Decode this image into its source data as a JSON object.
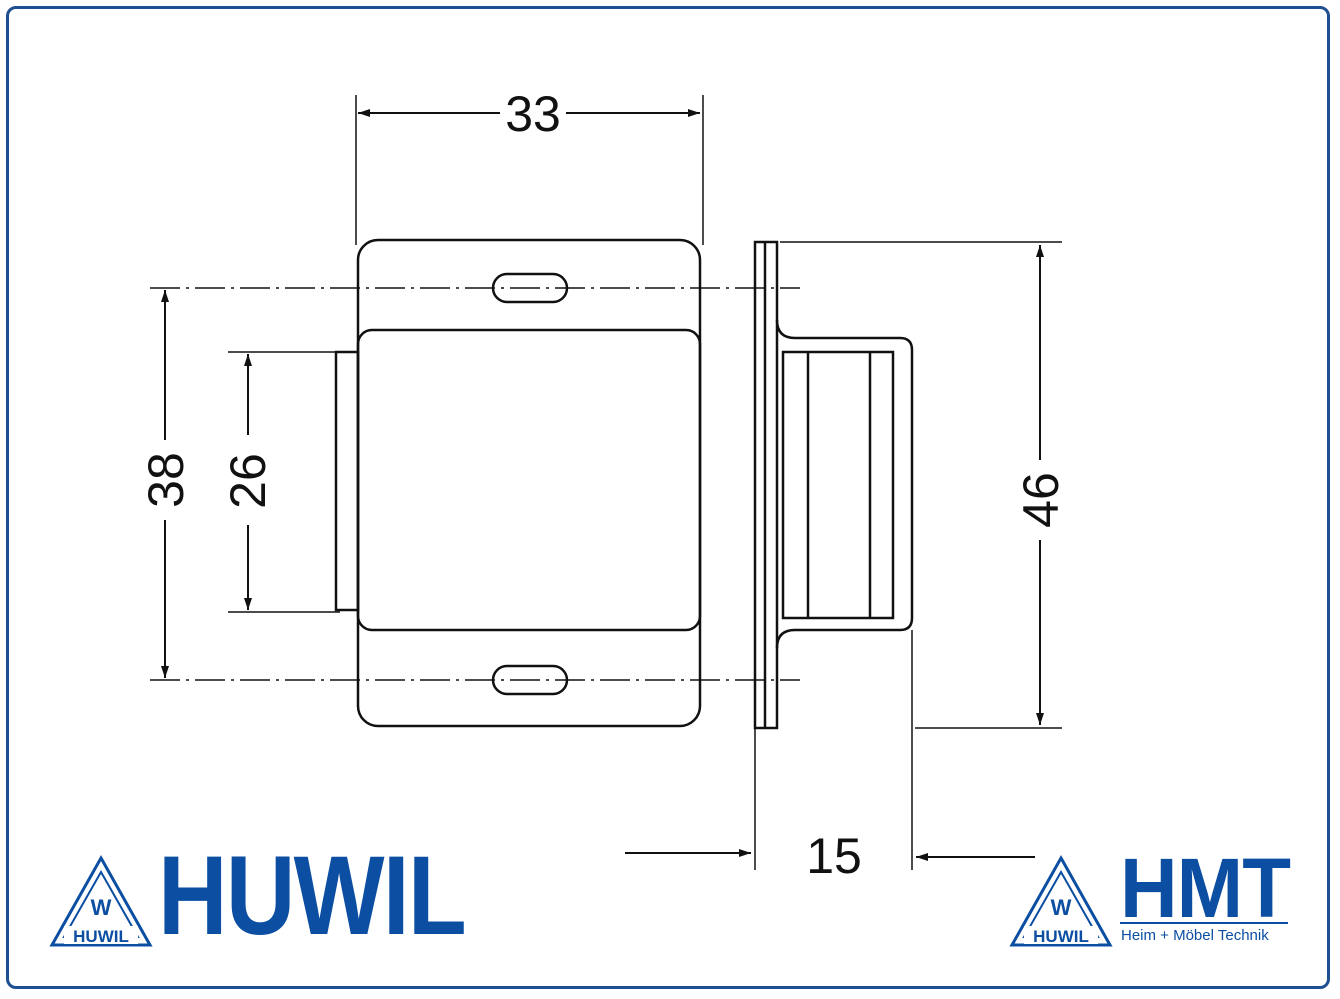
{
  "dimensions": {
    "width": "33",
    "height_outer": "38",
    "height_inner": "26",
    "height_side": "46",
    "depth": "15"
  },
  "logo_left": {
    "triangle_letter": "W",
    "triangle_band": "HUWIL",
    "wordmark": "HUWIL"
  },
  "logo_right": {
    "triangle_letter": "W",
    "triangle_band": "HUWIL",
    "wordmark": "HMT",
    "subtitle": "Heim + Möbel Technik"
  },
  "colors": {
    "brand_blue": "#0b4ea2",
    "frame_blue": "#1d4f91",
    "line": "#111111"
  }
}
